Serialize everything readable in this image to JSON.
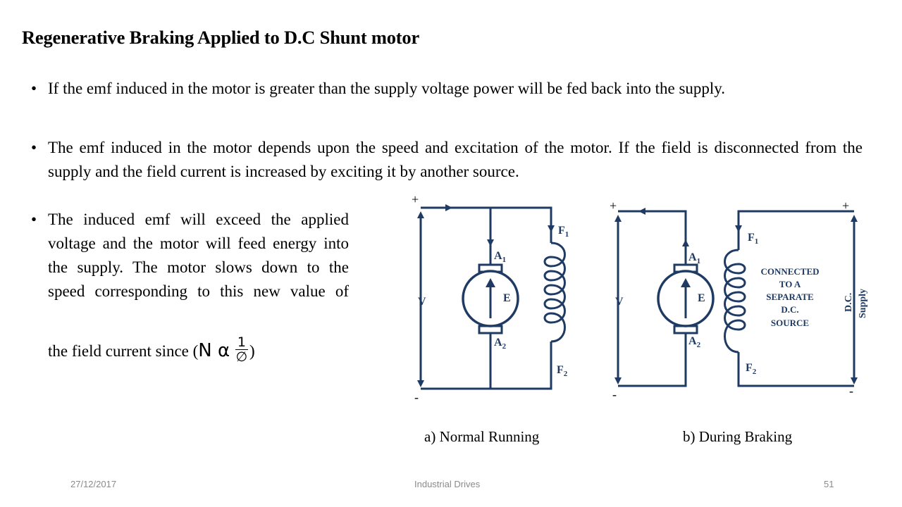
{
  "slide": {
    "title": "Regenerative Braking Applied to D.C Shunt motor",
    "bullet_symbol": "•",
    "bullets": [
      "If the emf induced in the motor is greater than the supply voltage power will be fed back into the supply.",
      "The emf induced in the motor depends upon the speed and excitation of the motor. If the field is disconnected from the supply and the field current is increased by exciting it by another source."
    ],
    "bullet3": {
      "text": "The induced emf will exceed the applied voltage and the motor will feed energy into the supply. The motor slows down to the speed corresponding to this new value of",
      "formula_prefix": "the field current since (",
      "formula_symbol": "N α",
      "formula_numerator": "1",
      "formula_denominator": "∅",
      "formula_suffix": ")"
    }
  },
  "diagram_a": {
    "caption": "a) Normal Running",
    "plus": "+",
    "minus": "-",
    "voltage": "V",
    "emf": "E",
    "a1": "A",
    "a1_sub": "1",
    "a2": "A",
    "a2_sub": "2",
    "f1": "F",
    "f1_sub": "1",
    "f2": "F",
    "f2_sub": "2"
  },
  "diagram_b": {
    "caption": "b) During Braking",
    "plus_left": "+",
    "minus_left": "-",
    "plus_right": "+",
    "minus_right": "-",
    "voltage": "V",
    "emf": "E",
    "a1": "A",
    "a1_sub": "1",
    "a2": "A",
    "a2_sub": "2",
    "f1": "F",
    "f1_sub": "1",
    "f2": "F",
    "f2_sub": "2",
    "source_lines": [
      "CONNECTED",
      "TO A",
      "SEPARATE",
      "D.C.",
      "SOURCE"
    ],
    "supply_line1": "D.C.",
    "supply_line2": "Supply"
  },
  "footer": {
    "date": "27/12/2017",
    "center": "Industrial Drives",
    "page": "51"
  },
  "colors": {
    "diagram_stroke": "#1f3b63",
    "footer_text": "#8a8a8a"
  }
}
